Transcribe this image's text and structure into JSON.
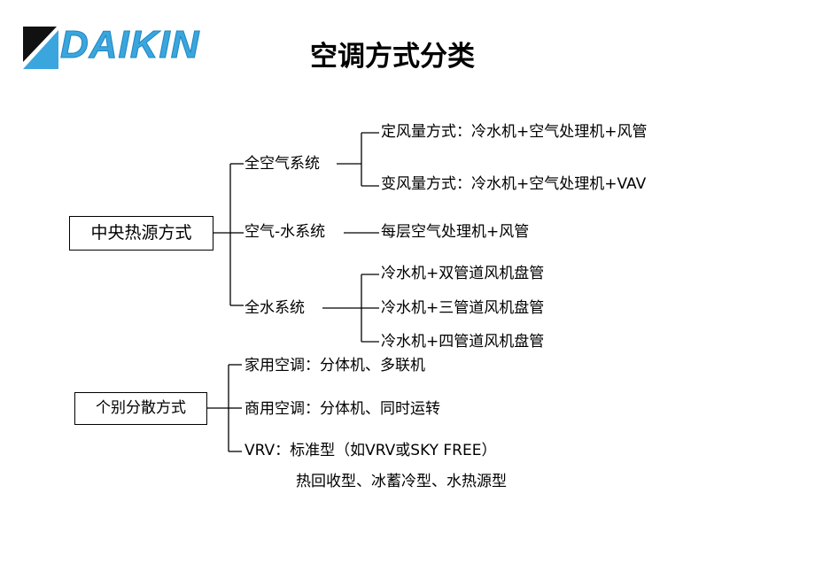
{
  "logo": {
    "brand": "DAIKIN",
    "color": "#3aa6dd"
  },
  "title": "空调方式分类",
  "root1": {
    "label": "中央热源方式",
    "branches": {
      "all_air": {
        "label": "全空气系统",
        "leaves": [
          "定风量方式：冷水机+空气处理机+风管",
          "变风量方式：冷水机+空气处理机+VAV"
        ]
      },
      "air_water": {
        "label": "空气-水系统",
        "leaves": [
          "每层空气处理机+风管"
        ]
      },
      "all_water": {
        "label": "全水系统",
        "leaves": [
          "冷水机+双管道风机盘管",
          "冷水机+三管道风机盘管",
          "冷水机+四管道风机盘管"
        ]
      }
    }
  },
  "root2": {
    "label": "个别分散方式",
    "branches": {
      "home": "家用空调：分体机、多联机",
      "commercial": "商用空调：分体机、同时运转",
      "vrv_line1": "VRV：标准型（如VRV或SKY FREE）",
      "vrv_line2": "热回收型、冰蓄冷型、水热源型"
    }
  }
}
